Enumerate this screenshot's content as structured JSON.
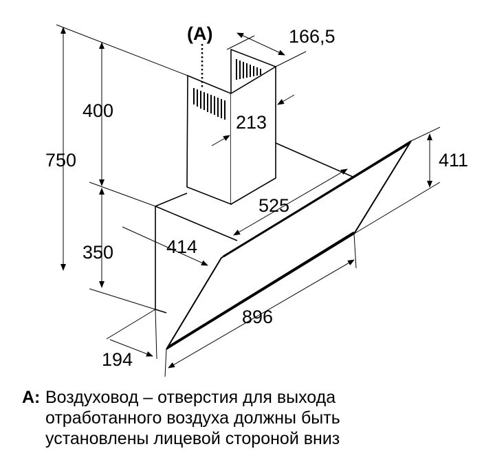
{
  "dimensions": {
    "total_height": "750",
    "chimney_height": "400",
    "body_height": "350",
    "chimney_width": "166,5",
    "chimney_depth": "213",
    "body_depth": "414",
    "body_width": "525",
    "glass_height": "411",
    "glass_width": "896",
    "bottom_depth": "194"
  },
  "callout": {
    "marker": "(A)"
  },
  "note": {
    "label": "A:",
    "lines": [
      "Воздуховод – отверстия для выхода",
      "отработанного воздуха должны быть",
      "установлены лицевой стороной вниз"
    ]
  }
}
